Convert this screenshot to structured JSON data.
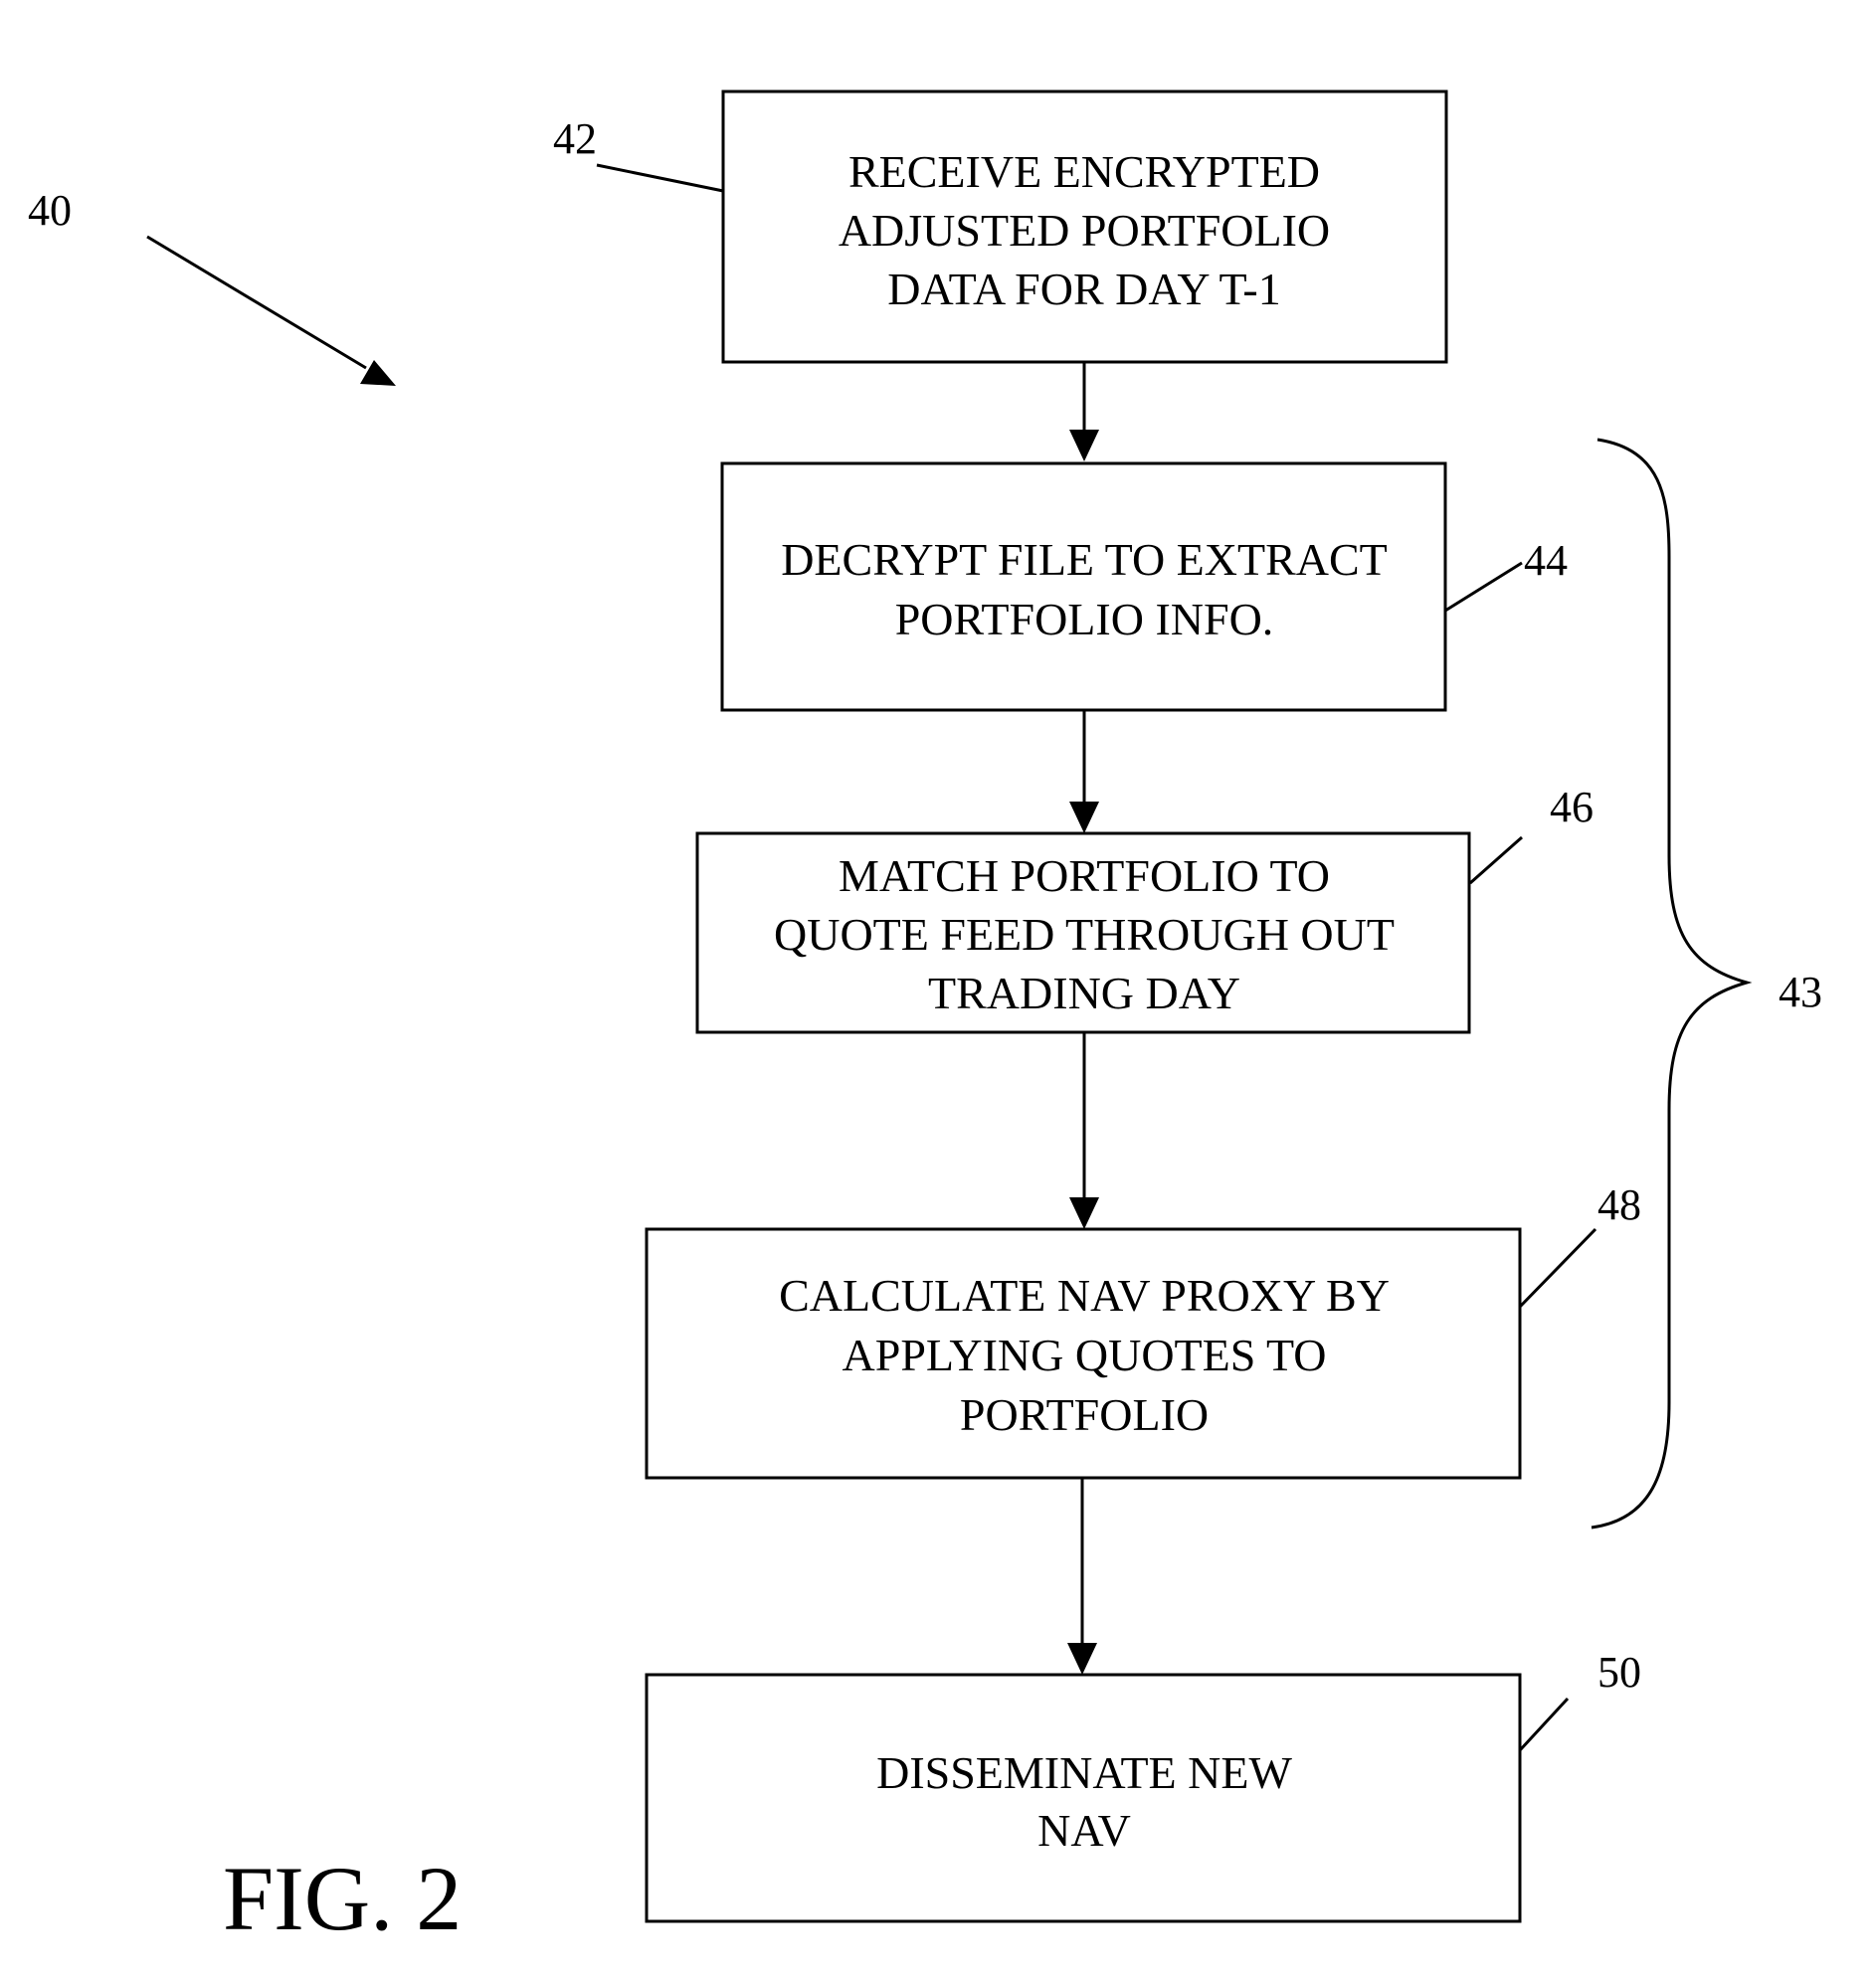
{
  "figure_label": "FIG. 2",
  "references": {
    "overall": "40",
    "group": "43"
  },
  "steps": [
    {
      "ref": "42",
      "lines": [
        "RECEIVE ENCRYPTED",
        "ADJUSTED PORTFOLIO",
        "DATA FOR DAY T-1"
      ]
    },
    {
      "ref": "44",
      "lines": [
        "DECRYPT FILE TO EXTRACT",
        "PORTFOLIO INFO."
      ]
    },
    {
      "ref": "46",
      "lines": [
        "MATCH PORTFOLIO TO",
        "QUOTE FEED THROUGH OUT",
        "TRADING DAY"
      ]
    },
    {
      "ref": "48",
      "lines": [
        "CALCULATE NAV PROXY BY",
        "APPLYING QUOTES TO",
        "PORTFOLIO"
      ]
    },
    {
      "ref": "50",
      "lines": [
        "DISSEMINATE NEW",
        "NAV"
      ]
    }
  ]
}
